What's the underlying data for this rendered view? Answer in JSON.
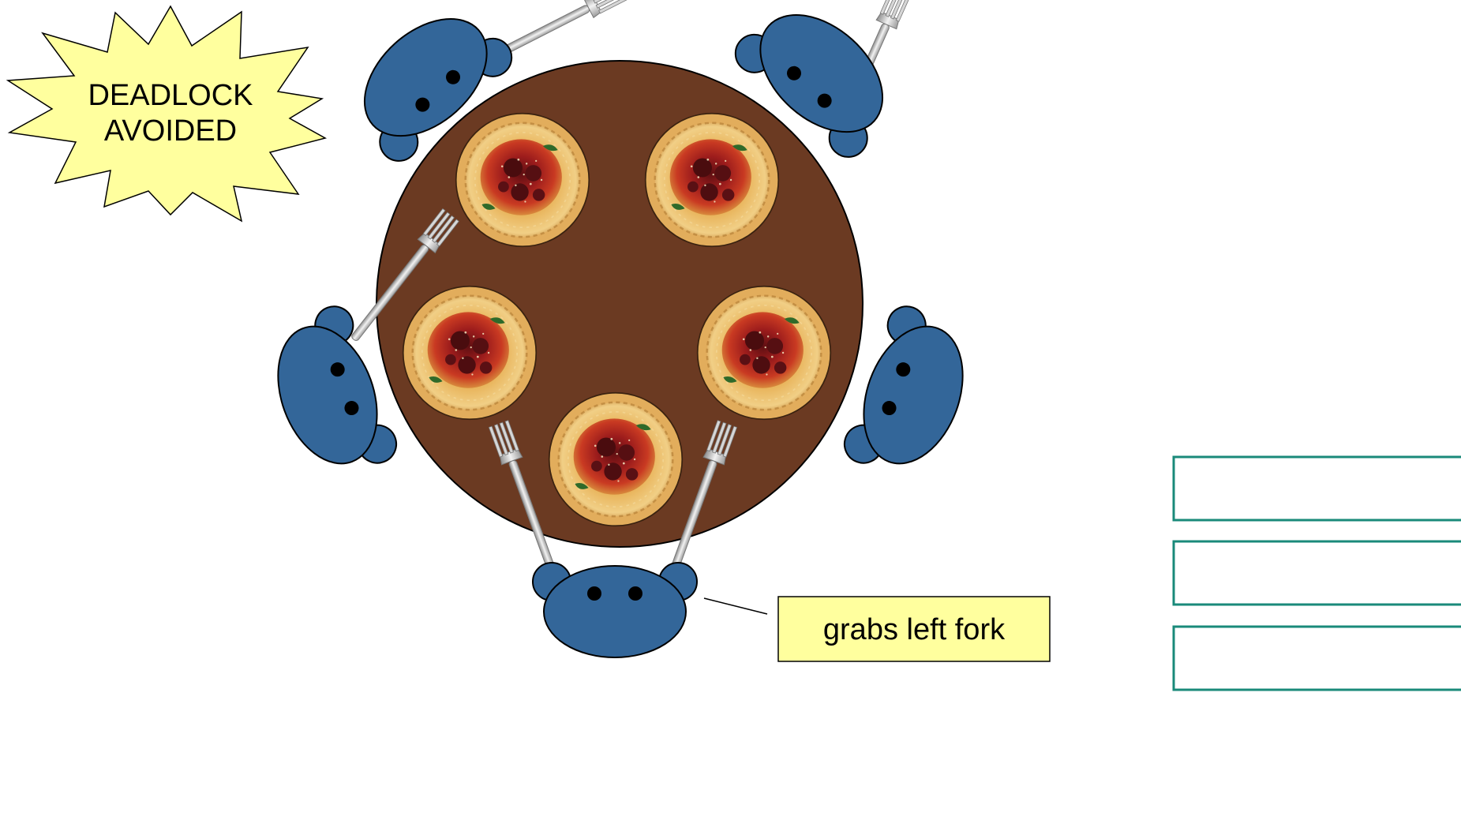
{
  "burst": {
    "line1": "DEADLOCK",
    "line2": "AVOIDED"
  },
  "callout": {
    "text": "grabs left fork"
  },
  "colors": {
    "table": "#6b3a22",
    "philosopher": "#336699",
    "plate_rim": "#e2ad5c",
    "burst_fill": "#ffff9e",
    "callout_fill": "#ffff9e",
    "side_box_stroke": "#1a8a7a"
  }
}
